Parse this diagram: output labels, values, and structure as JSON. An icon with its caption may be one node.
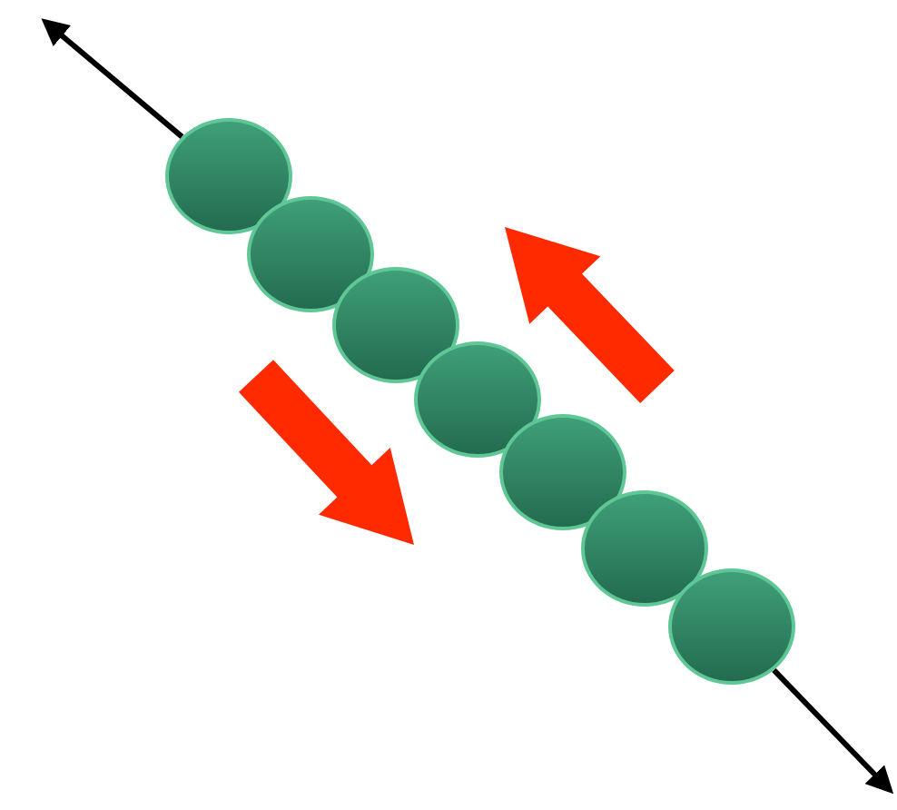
{
  "diagram": {
    "nodes": [
      {
        "text": [],
        "shape": "circle"
      },
      {
        "text": [],
        "shape": "circle"
      },
      {
        "text": [],
        "shape": "circle"
      },
      {
        "text": [],
        "shape": "circle"
      },
      {
        "text": [],
        "shape": "circle"
      },
      {
        "text": [],
        "shape": "circle"
      },
      {
        "text": [],
        "shape": "circle"
      }
    ],
    "edges": [
      {
        "from": 0,
        "to": null,
        "arrow": "to"
      },
      {
        "from": 6,
        "to": null,
        "arrow": "to"
      }
    ]
  }
}
